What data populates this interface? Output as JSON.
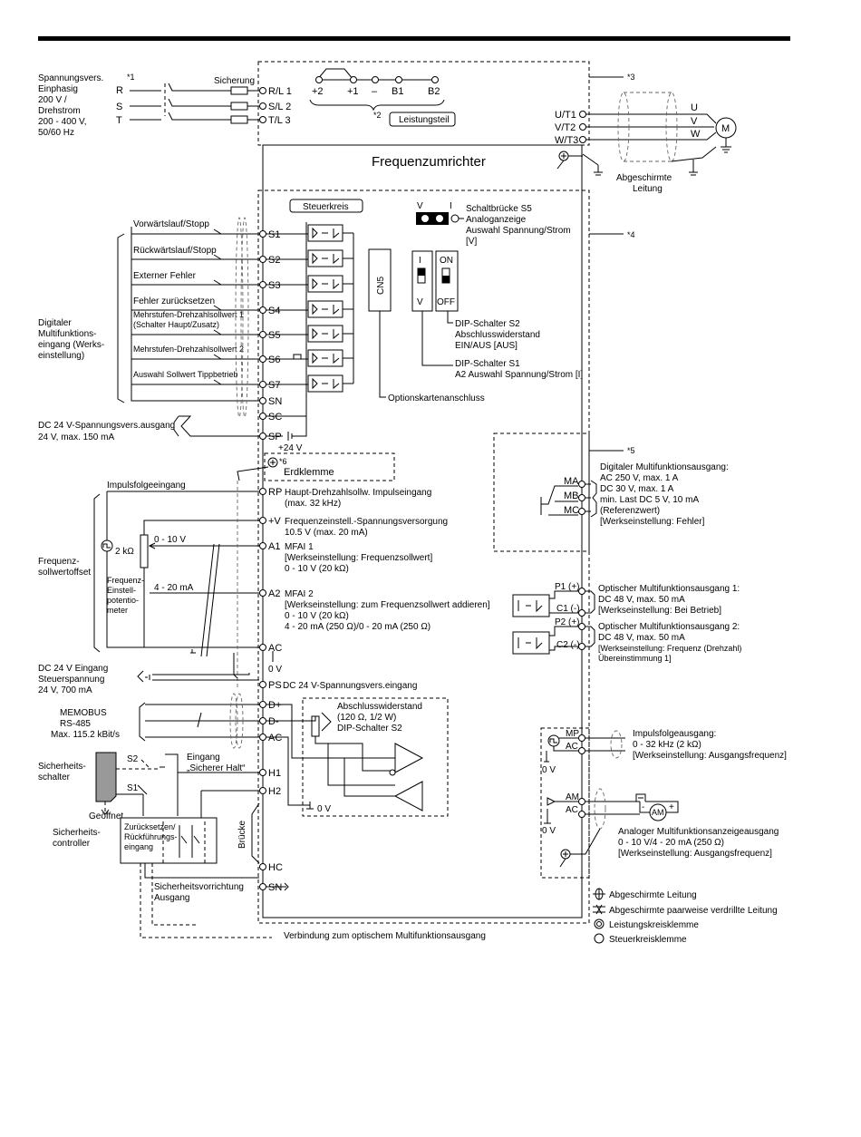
{
  "title": "Frequenzumrichter",
  "supply": {
    "lines": [
      "Spannungsvers.",
      "Einphasig",
      "200 V /",
      "Drehstrom",
      "200 - 400 V,",
      "50/60 Hz"
    ],
    "note": "*1",
    "phases": [
      "R",
      "S",
      "T"
    ],
    "fuse": "Sicherung",
    "inputs": [
      "R/L 1",
      "S/L 2",
      "T/L 3"
    ]
  },
  "dc_bus": {
    "terminals": [
      "+2",
      "+1",
      "–",
      "B1",
      "B2"
    ],
    "note_dc": "*2",
    "power_section": "Leistungsteil",
    "note_power": "*3"
  },
  "motor": {
    "outputs": [
      "U/T1",
      "V/T2",
      "W/T3"
    ],
    "phases": [
      "U",
      "V",
      "W"
    ],
    "symbol": "M",
    "shield": [
      "Abgeschirmte",
      "Leitung"
    ]
  },
  "control": {
    "label": "Steuerkreis",
    "note": "*4",
    "inputs": [
      {
        "label": "Vorwärtslauf/Stopp",
        "term": "S1"
      },
      {
        "label": "Rückwärtslauf/Stopp",
        "term": "S2"
      },
      {
        "label": "Externer Fehler",
        "term": "S3"
      },
      {
        "label": "Fehler zurücksetzen",
        "term": "S4"
      },
      {
        "label": "Mehrstufen-Drehzahlsollwert 1",
        "label2": "(Schalter Haupt/Zusatz)",
        "term": "S5"
      },
      {
        "label": "Mehrstufen-Drehzahlsollwert 2",
        "term": "S6"
      },
      {
        "label": "Auswahl Sollwert Tippbetrieb",
        "term": "S7"
      }
    ],
    "digital_group": [
      "Digitaler",
      "Multifunktions-",
      "eingang (Werks-",
      "einstellung)"
    ],
    "sn": "SN",
    "sc": "SC",
    "sp": "SP",
    "p24": "+24 V",
    "dc24_out": [
      "DC 24 V-Spannungsvers.ausgang",
      "24 V, max. 150 mA"
    ],
    "earth": "Erdklemme",
    "earth_note": "*6",
    "cn5": "CN5",
    "option_card": "Optionskartenanschluss"
  },
  "switches": {
    "s5_v": "V",
    "s5_i": "I",
    "s5_text": [
      "Schaltbrücke S5",
      "Analoganzeige",
      "Auswahl Spannung/Strom",
      "[V]"
    ],
    "s1_i": "I",
    "s1_v": "V",
    "s2_on": "ON",
    "s2_off": "OFF",
    "s2_text": [
      "DIP-Schalter S2",
      "Abschlusswiderstand",
      "EIN/AUS [AUS]"
    ],
    "s1_text": [
      "DIP-Schalter S1",
      "A2 Auswahl Spannung/Strom [I]"
    ]
  },
  "analog": {
    "pulse_in": "Impulsfolgeeingang",
    "rp": "RP",
    "rp_text": [
      "Haupt-Drehzahlsollw. Impulseingang",
      "(max. 32 kHz)"
    ],
    "pv": "+V",
    "pv_text": [
      "Frequenzeinstell.-Spannungsversorgung",
      "10.5 V (max. 20 mA)"
    ],
    "a1": "A1",
    "a1_text": [
      "MFAI 1",
      "[Werkseinstellung: Frequenzsollwert]",
      "0 - 10 V (20 kΩ)"
    ],
    "a2": "A2",
    "a2_text": [
      "MFAI 2",
      "[Werkseinstellung: zum Frequenzsollwert addieren]",
      "0 - 10 V (20 kΩ)",
      "4 - 20 mA (250 Ω)/0 - 20 mA (250 Ω)"
    ],
    "ac": "AC",
    "zero_v": "0 V",
    "pot": "2 kΩ",
    "range_v": "0 - 10 V",
    "range_ma": "4 - 20 mA",
    "pot_text": [
      "Frequenz-",
      "Einstell-",
      "potentio-",
      "meter"
    ],
    "offset": [
      "Frequenz-",
      "sollwertoffset"
    ]
  },
  "ps_in": {
    "left": [
      "DC 24 V Eingang",
      "Steuerspannung",
      "24 V, 700 mA"
    ],
    "term": "PS",
    "text": "DC 24 V-Spannungsvers.eingang"
  },
  "memobus": {
    "left": [
      "MEMOBUS",
      "RS-485",
      "Max. 115.2 kBit/s"
    ],
    "terms": [
      "D+",
      "D-",
      "AC"
    ],
    "resistor": [
      "Abschlusswiderstand",
      "(120 Ω, 1/2 W)",
      "DIP-Schalter S2"
    ],
    "zero_v": "0 V"
  },
  "safety": {
    "switch": [
      "Sicherheits-",
      "schalter"
    ],
    "s1": "S1",
    "s2": "S2",
    "open": "Geöffnet",
    "input": [
      "Eingang",
      "„Sicherer Halt“"
    ],
    "controller": [
      "Sicherheits-",
      "controller"
    ],
    "reset": [
      "Zurücksetzen/",
      "Rückführungs-",
      "eingang"
    ],
    "bridge": "Brücke",
    "terms": [
      "H1",
      "H2",
      "HC",
      "SN"
    ],
    "output": [
      "Sicherheitsvorrichtung",
      "Ausgang"
    ],
    "link": "Verbindung zum optischem Multifunktionsausgang"
  },
  "relay": {
    "note": "*5",
    "terms": [
      "MA",
      "MB",
      "MC"
    ],
    "text": [
      "Digitaler Multifunktionsausgang:",
      "AC 250 V, max. 1 A",
      "DC 30 V, max. 1 A",
      "min. Last DC 5 V, 10 mA",
      "(Referenzwert)",
      "[Werkseinstellung: Fehler]"
    ]
  },
  "optical": [
    {
      "terms": [
        "P1 (+)",
        "C1 (-)"
      ],
      "text": [
        "Optischer Multifunktionsausgang 1:",
        "DC 48 V, max. 50 mA",
        "[Werkseinstellung: Bei Betrieb]"
      ]
    },
    {
      "terms": [
        "P2 (+)",
        "C2 (-)"
      ],
      "text": [
        "Optischer Multifunktionsausgang 2:",
        "DC 48 V, max. 50 mA",
        "[Werkseinstellung: Frequenz (Drehzahl)",
        "Übereinstimmung 1]"
      ]
    }
  ],
  "pulse_out": {
    "terms": [
      "MP",
      "AC"
    ],
    "zero_v": "0 V",
    "text": [
      "Impulsfolgeausgang:",
      "0 - 32 kHz (2 kΩ)",
      "[Werkseinstellung: Ausgangsfrequenz]"
    ]
  },
  "analog_out": {
    "terms": [
      "AM",
      "AC"
    ],
    "zero_v": "0 V",
    "meter": "AM",
    "minus": "-",
    "plus": "+",
    "text": [
      "Analoger Multifunktionsanzeigeausgang",
      "0 - 10 V/4 - 20 mA (250 Ω)",
      "[Werkseinstellung: Ausgangsfrequenz]"
    ]
  },
  "legend": [
    "Abgeschirmte Leitung",
    "Abgeschirmte paarweise verdrillte Leitung",
    "Leistungskreisklemme",
    "Steuerkreisklemme"
  ]
}
